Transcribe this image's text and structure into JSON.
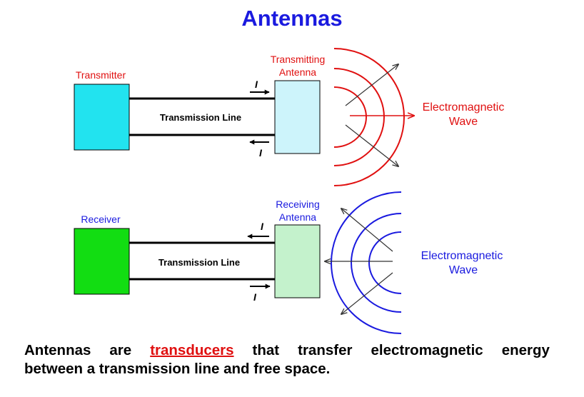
{
  "title": "Antennas",
  "colors": {
    "title": "#1a1adf",
    "transmit": "#e01010",
    "receive": "#1a1adf",
    "transmitter_fill": "#22e3ef",
    "transmit_antenna_fill": "#cdf4fb",
    "receiver_fill": "#12dd12",
    "receive_antenna_fill": "#c4f2cc"
  },
  "transmit": {
    "source_label": "Transmitter",
    "antenna_label_line1": "Transmitting",
    "antenna_label_line2": "Antenna",
    "line_label": "Transmission Line",
    "current_top": "I",
    "current_bottom": "I",
    "wave_label_line1": "Electromagnetic",
    "wave_label_line2": "Wave"
  },
  "receive": {
    "source_label": "Receiver",
    "antenna_label_line1": "Receiving",
    "antenna_label_line2": "Antenna",
    "line_label": "Transmission Line",
    "current_top": "I",
    "current_bottom": "I",
    "wave_label_line1": "Electromagnetic",
    "wave_label_line2": "Wave"
  },
  "caption": {
    "w1": "Antennas",
    "w2": "are",
    "highlight": "transducers",
    "w4": "that",
    "w5": "transfer",
    "w6": "electromagnetic",
    "w7": "energy",
    "line2": "between a transmission line and free space."
  }
}
